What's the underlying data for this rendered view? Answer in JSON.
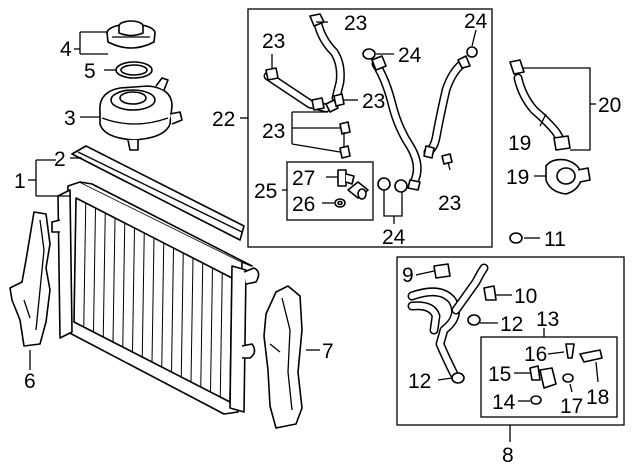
{
  "diagram": {
    "callouts": [
      {
        "id": "c1",
        "text": "1"
      },
      {
        "id": "c2",
        "text": "2"
      },
      {
        "id": "c3",
        "text": "3"
      },
      {
        "id": "c4",
        "text": "4"
      },
      {
        "id": "c5",
        "text": "5"
      },
      {
        "id": "c6",
        "text": "6"
      },
      {
        "id": "c7",
        "text": "7"
      },
      {
        "id": "c8",
        "text": "8"
      },
      {
        "id": "c9",
        "text": "9"
      },
      {
        "id": "c10",
        "text": "10"
      },
      {
        "id": "c11",
        "text": "11"
      },
      {
        "id": "c12a",
        "text": "12"
      },
      {
        "id": "c12b",
        "text": "12"
      },
      {
        "id": "c13",
        "text": "13"
      },
      {
        "id": "c14",
        "text": "14"
      },
      {
        "id": "c15",
        "text": "15"
      },
      {
        "id": "c16",
        "text": "16"
      },
      {
        "id": "c17",
        "text": "17"
      },
      {
        "id": "c18",
        "text": "18"
      },
      {
        "id": "c19",
        "text": "19"
      },
      {
        "id": "c20",
        "text": "20"
      },
      {
        "id": "c21",
        "text": "21"
      },
      {
        "id": "c22",
        "text": "22"
      },
      {
        "id": "c23a",
        "text": "23"
      },
      {
        "id": "c23b",
        "text": "23"
      },
      {
        "id": "c23c",
        "text": "23"
      },
      {
        "id": "c23d",
        "text": "23"
      },
      {
        "id": "c23e",
        "text": "23"
      },
      {
        "id": "c24a",
        "text": "24"
      },
      {
        "id": "c24b",
        "text": "24"
      },
      {
        "id": "c24c",
        "text": "24"
      },
      {
        "id": "c25",
        "text": "25"
      },
      {
        "id": "c26",
        "text": "26"
      },
      {
        "id": "c27",
        "text": "27"
      }
    ]
  }
}
